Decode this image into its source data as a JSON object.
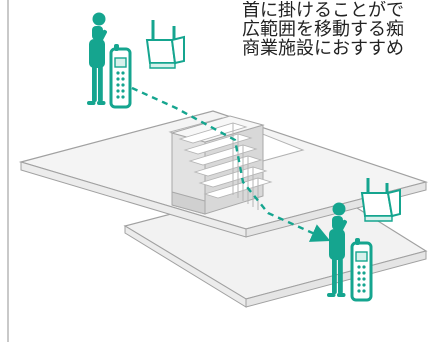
{
  "caption": {
    "lines": [
      "首に掛けることがで",
      "広範囲を移動する痴",
      "商業施設におすすめ"
    ]
  },
  "colors": {
    "accent": "#15a58f",
    "floor_fill": "#f1f1f1",
    "floor_stroke": "#9a9a9a",
    "stair_fill": "#e5e5e5",
    "frame_rule": "#c9c9c9"
  },
  "icons": {
    "person_top": "person-with-phone-icon",
    "phone_top": "handheld-phone-icon",
    "antenna_top": "wireless-base-station-icon",
    "person_bottom": "person-with-phone-icon",
    "phone_bottom": "handheld-phone-icon",
    "antenna_bottom": "wireless-base-station-icon"
  }
}
